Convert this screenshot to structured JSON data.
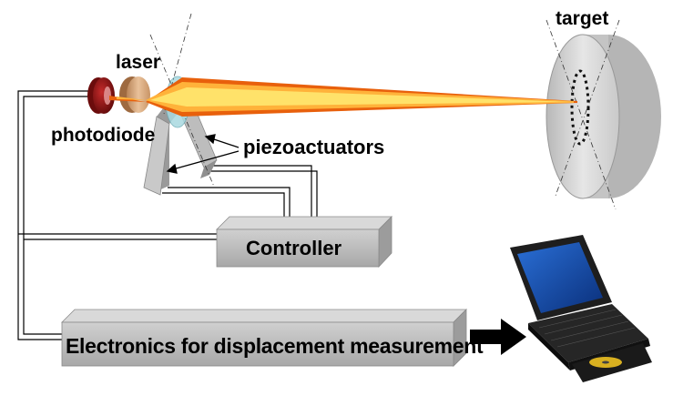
{
  "labels": {
    "target": "target",
    "laser": "laser",
    "photodiode": "photodiode",
    "piezoactuators": "piezoactuators",
    "controller": "Controller",
    "electronics": "Electronics for displacement measurement"
  },
  "icons": {
    "photodiode": "photodiode-icon",
    "laser": "laser-icon",
    "lens": "lens-icon",
    "target": "target-disc-icon",
    "laptop": "laptop-icon",
    "arrow": "arrow-right-icon"
  },
  "colors": {
    "beam_outer": "#e8600c",
    "beam_inner": "#ffe26a",
    "photodiode": "#8c1414",
    "laser": "#d9a97c",
    "lens": "#a9d9e0",
    "box": "#bdbdbd",
    "disc": "#d8d8d8"
  }
}
